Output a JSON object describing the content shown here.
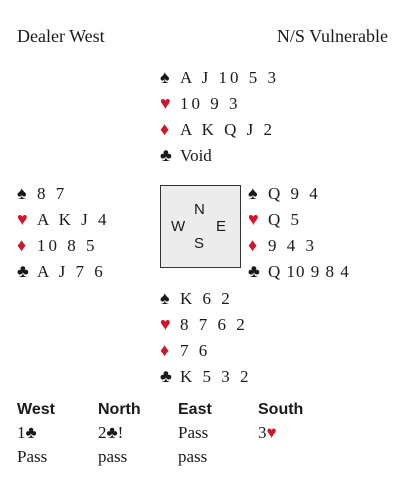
{
  "header": {
    "dealer": "Dealer West",
    "vulnerability": "N/S Vulnerable"
  },
  "colors": {
    "red_suit": "#d2142a",
    "black_suit": "#1a1a1a",
    "compass_bg": "#ececec"
  },
  "suits": {
    "spades": "♠",
    "hearts": "♥",
    "diamonds": "♦",
    "clubs": "♣"
  },
  "hands": {
    "north": {
      "spades": "A J 10 5 3",
      "hearts": "10 9 3",
      "diamonds": "A K Q J 2",
      "clubs": "Void"
    },
    "west": {
      "spades": "8 7",
      "hearts": "A K J 4",
      "diamonds": "10 8 5",
      "clubs": "A J 7 6"
    },
    "east": {
      "spades": "Q 9 4",
      "hearts": "Q 5",
      "diamonds": "9 4 3",
      "clubs": "Q 10 9 8 4"
    },
    "south": {
      "spades": "K 6 2",
      "hearts": "8 7 6 2",
      "diamonds": "7 6",
      "clubs": "K 5 3 2"
    }
  },
  "compass": {
    "n": "N",
    "w": "W",
    "e": "E",
    "s": "S"
  },
  "auction": {
    "headers": [
      "West",
      "North",
      "East",
      "South"
    ],
    "rows": [
      [
        {
          "level": "1",
          "suit": "♣",
          "color": "black",
          "suffix": ""
        },
        {
          "level": "2",
          "suit": "♣",
          "color": "black",
          "suffix": "!"
        },
        {
          "text": "Pass"
        },
        {
          "level": "3",
          "suit": "♥",
          "color": "red",
          "suffix": ""
        }
      ],
      [
        {
          "text": "Pass"
        },
        {
          "text": "pass"
        },
        {
          "text": "pass"
        },
        {
          "text": ""
        }
      ]
    ]
  }
}
